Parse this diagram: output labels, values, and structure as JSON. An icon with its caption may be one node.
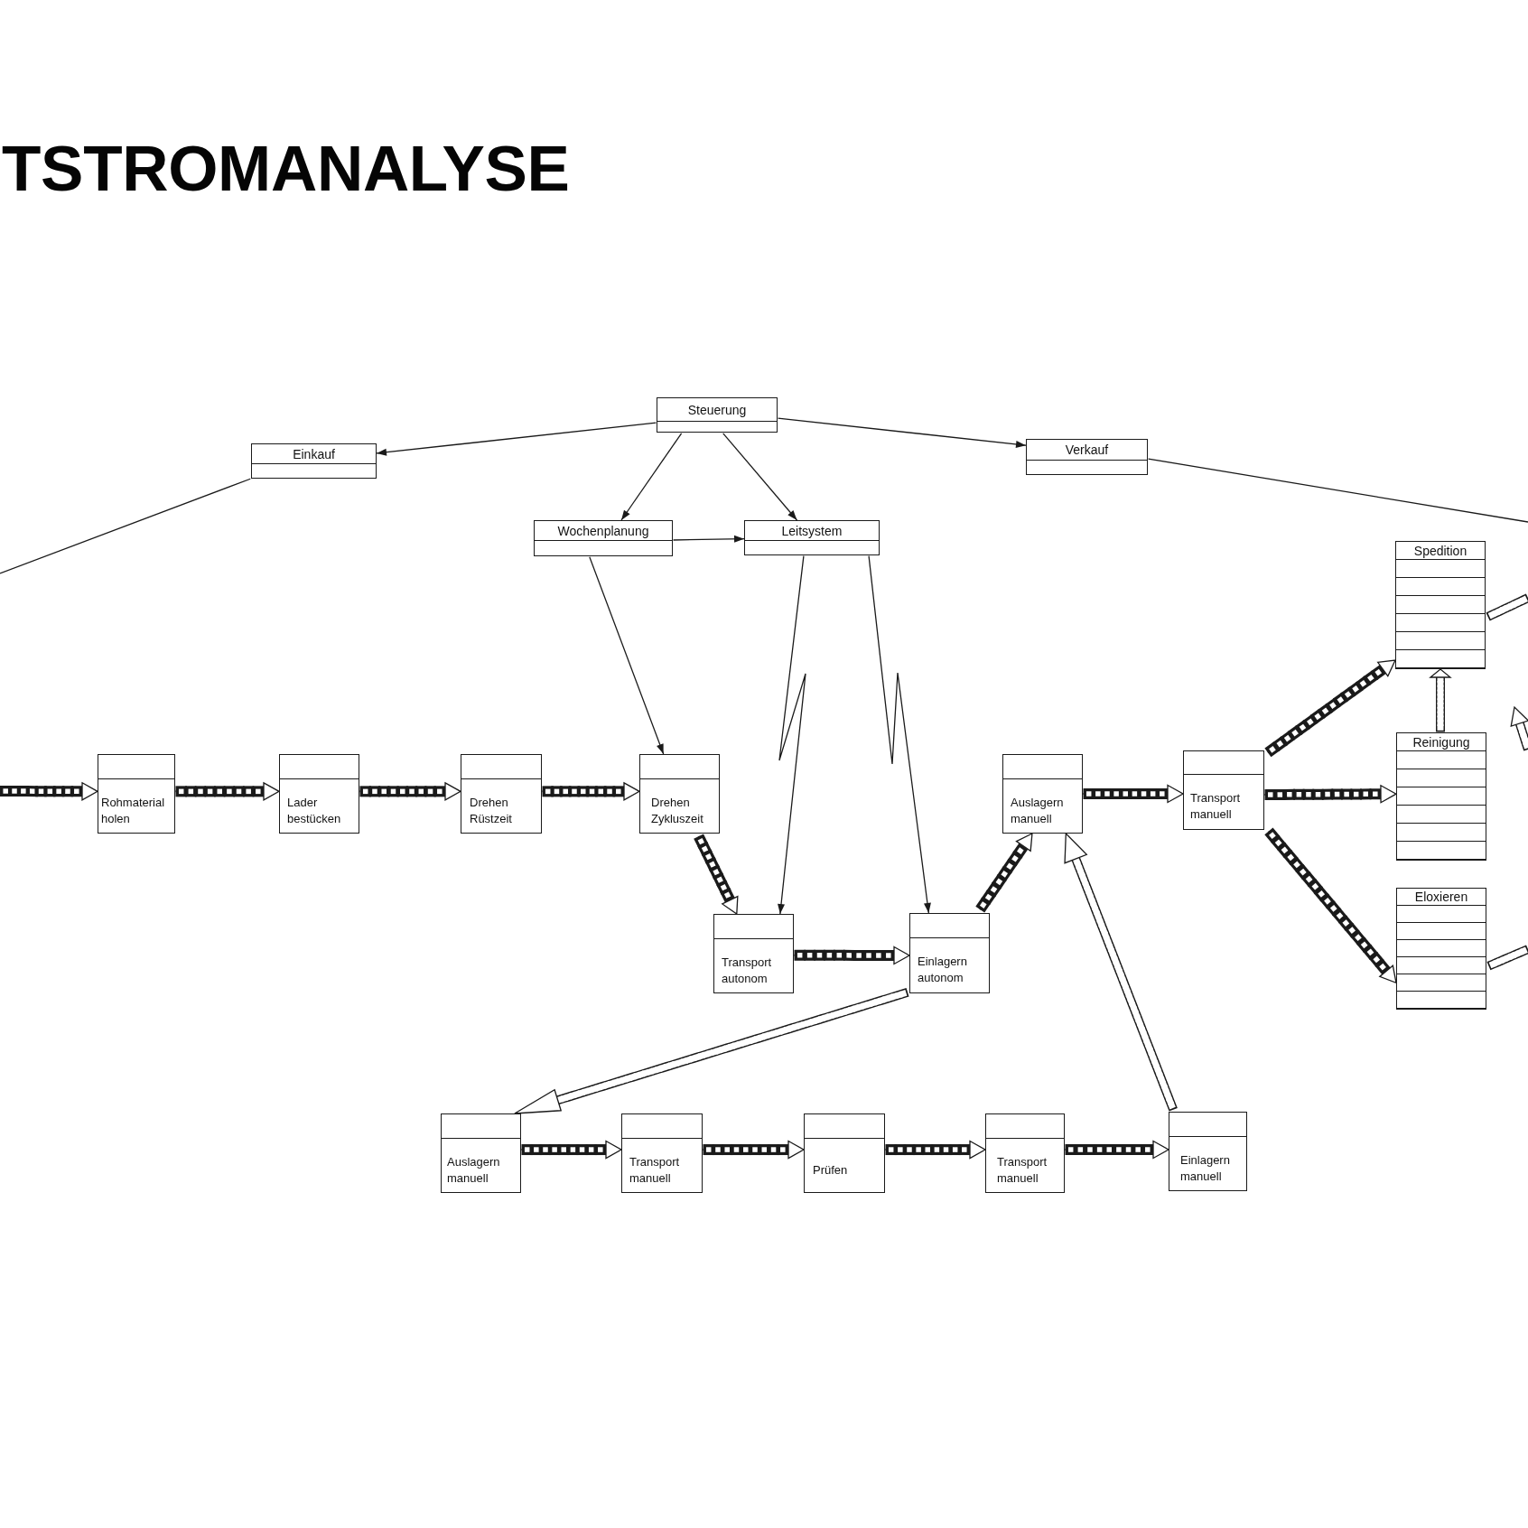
{
  "diagram": {
    "title": "TSTROMANALYSE",
    "nodes": [
      {
        "text": [
          "Steuerung"
        ]
      },
      {
        "text": [
          "Einkauf"
        ]
      },
      {
        "text": [
          "Verkauf"
        ]
      },
      {
        "text": [
          "Wochenplanung"
        ]
      },
      {
        "text": [
          "Leitsystem"
        ]
      },
      {
        "text": [
          "Spedition"
        ]
      },
      {
        "text": [
          "Rohmaterial holen"
        ]
      },
      {
        "text": [
          "Lader bestücken"
        ]
      },
      {
        "text": [
          "Drehen Rüstzeit"
        ]
      },
      {
        "text": [
          "Drehen Zykluszeit"
        ]
      },
      {
        "text": [
          "Auslagern manuell"
        ]
      },
      {
        "text": [
          "Transport manuell"
        ]
      },
      {
        "text": [
          "Reinigung"
        ]
      },
      {
        "text": [
          "Eloxieren"
        ]
      },
      {
        "text": [
          "Transport autonom"
        ]
      },
      {
        "text": [
          "Einlagern autonom"
        ]
      },
      {
        "text": [
          "Auslagern manuell"
        ]
      },
      {
        "text": [
          "Transport manuell"
        ]
      },
      {
        "text": [
          "Prüfen"
        ]
      },
      {
        "text": [
          "Transport manuell"
        ]
      },
      {
        "text": [
          "Einlagern manuell"
        ]
      }
    ],
    "edges": [
      {
        "from": 0,
        "to": 1,
        "arrow": "to"
      },
      {
        "from": 0,
        "to": 2,
        "arrow": "to"
      },
      {
        "from": 0,
        "to": 3,
        "arrow": "to"
      },
      {
        "from": 0,
        "to": 4,
        "arrow": "to"
      },
      {
        "from": 3,
        "to": 4,
        "arrow": "to"
      },
      {
        "from": 3,
        "to": 9,
        "arrow": "to"
      },
      {
        "from": 4,
        "to": 14,
        "arrow": "to"
      },
      {
        "from": 4,
        "to": 15,
        "arrow": "to"
      },
      {
        "from": 1,
        "to": null,
        "arrow": "none"
      },
      {
        "from": 2,
        "to": null,
        "arrow": "none"
      },
      {
        "from": null,
        "to": 6,
        "arrow": "to",
        "style": "dashed"
      },
      {
        "from": 6,
        "to": 7,
        "arrow": "to",
        "style": "dashed"
      },
      {
        "from": 7,
        "to": 8,
        "arrow": "to",
        "style": "dashed"
      },
      {
        "from": 8,
        "to": 9,
        "arrow": "to",
        "style": "dashed"
      },
      {
        "from": 9,
        "to": 14,
        "arrow": "to",
        "style": "dashed"
      },
      {
        "from": 14,
        "to": 15,
        "arrow": "to",
        "style": "dashed"
      },
      {
        "from": 15,
        "to": 10,
        "arrow": "to",
        "style": "dashed"
      },
      {
        "from": 10,
        "to": 11,
        "arrow": "to",
        "style": "dashed"
      },
      {
        "from": 11,
        "to": 5,
        "arrow": "to",
        "style": "dashed"
      },
      {
        "from": 11,
        "to": 12,
        "arrow": "to",
        "style": "dashed"
      },
      {
        "from": 11,
        "to": 13,
        "arrow": "to",
        "style": "dashed"
      },
      {
        "from": 16,
        "to": 17,
        "arrow": "to",
        "style": "dashed"
      },
      {
        "from": 17,
        "to": 18,
        "arrow": "to",
        "style": "dashed"
      },
      {
        "from": 18,
        "to": 19,
        "arrow": "to",
        "style": "dashed"
      },
      {
        "from": 19,
        "to": 20,
        "arrow": "to",
        "style": "dashed"
      },
      {
        "from": 15,
        "to": 16,
        "arrow": "to",
        "style": "thick"
      },
      {
        "from": 20,
        "to": 10,
        "arrow": "to",
        "style": "thick"
      },
      {
        "from": 12,
        "to": 5,
        "arrow": "to",
        "style": "thick"
      },
      {
        "from": 5,
        "to": null,
        "arrow": "none",
        "style": "thick"
      },
      {
        "from": 13,
        "to": null,
        "arrow": "none",
        "style": "thick"
      }
    ]
  }
}
